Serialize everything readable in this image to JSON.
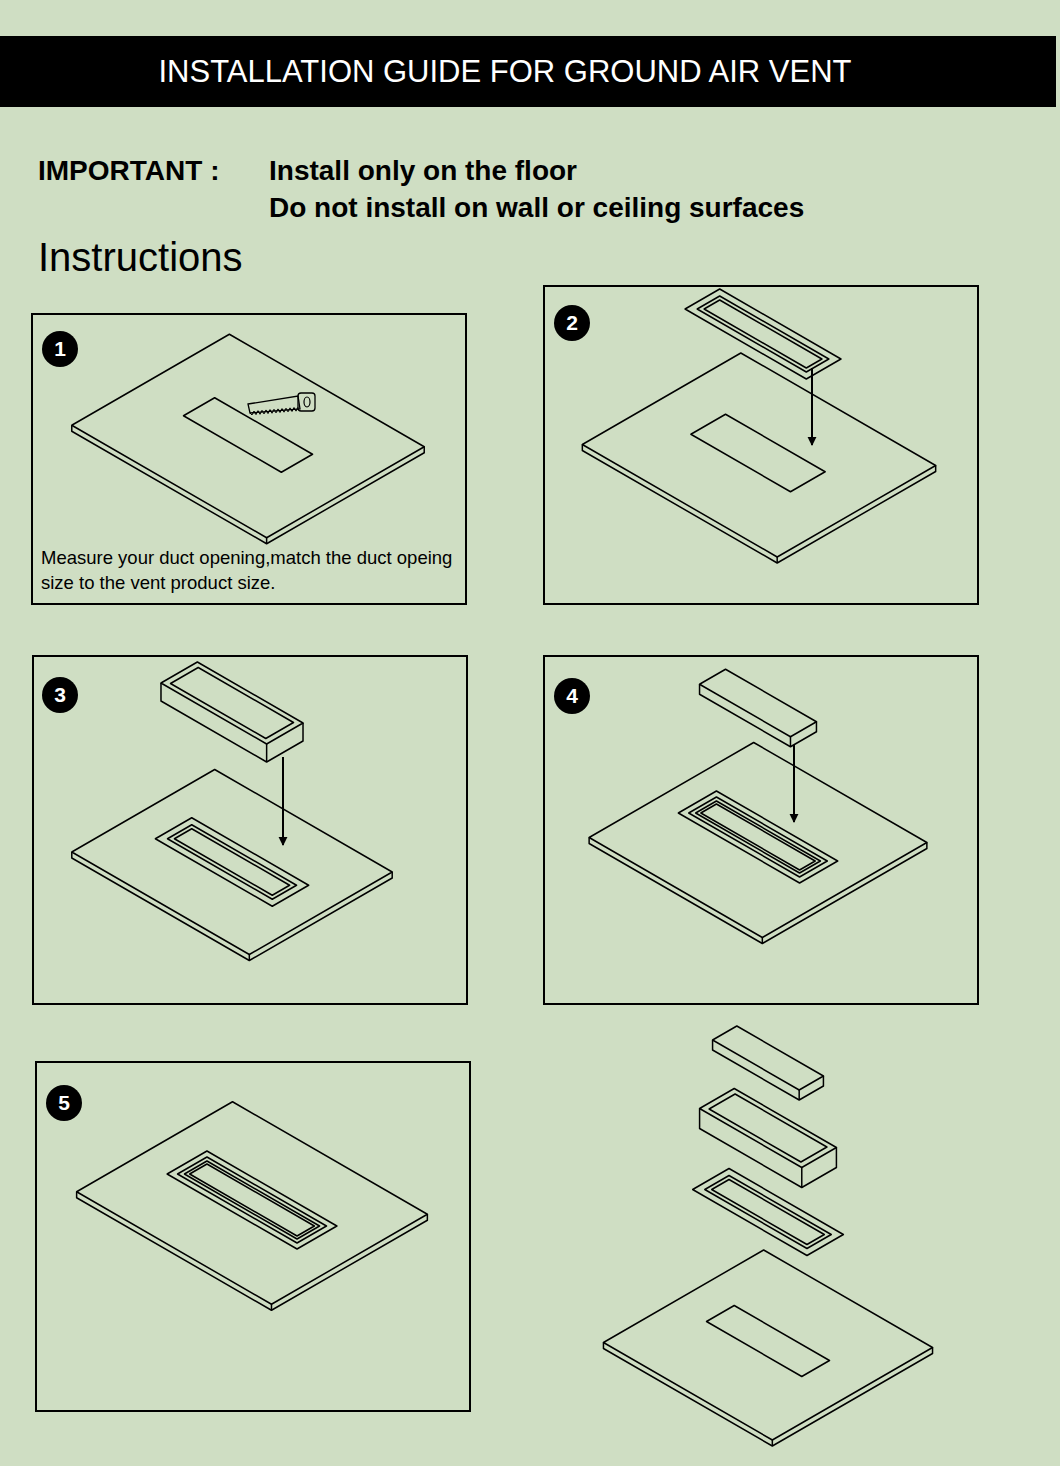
{
  "diagram": {
    "title": "INSTALLATION GUIDE FOR GROUND AIR VENT",
    "nodes": [
      {
        "text": [
          "1",
          "Measure your duct opening,match the duct opeing size to the vent product size."
        ]
      },
      {
        "text": [
          "2"
        ]
      },
      {
        "text": [
          "3"
        ]
      },
      {
        "text": [
          "4"
        ]
      },
      {
        "text": [
          "5"
        ]
      }
    ],
    "labels": [
      "IMPORTANT :",
      "Install only on the floor",
      "Do not install on wall or ceiling surfaces",
      "Instructions"
    ]
  }
}
